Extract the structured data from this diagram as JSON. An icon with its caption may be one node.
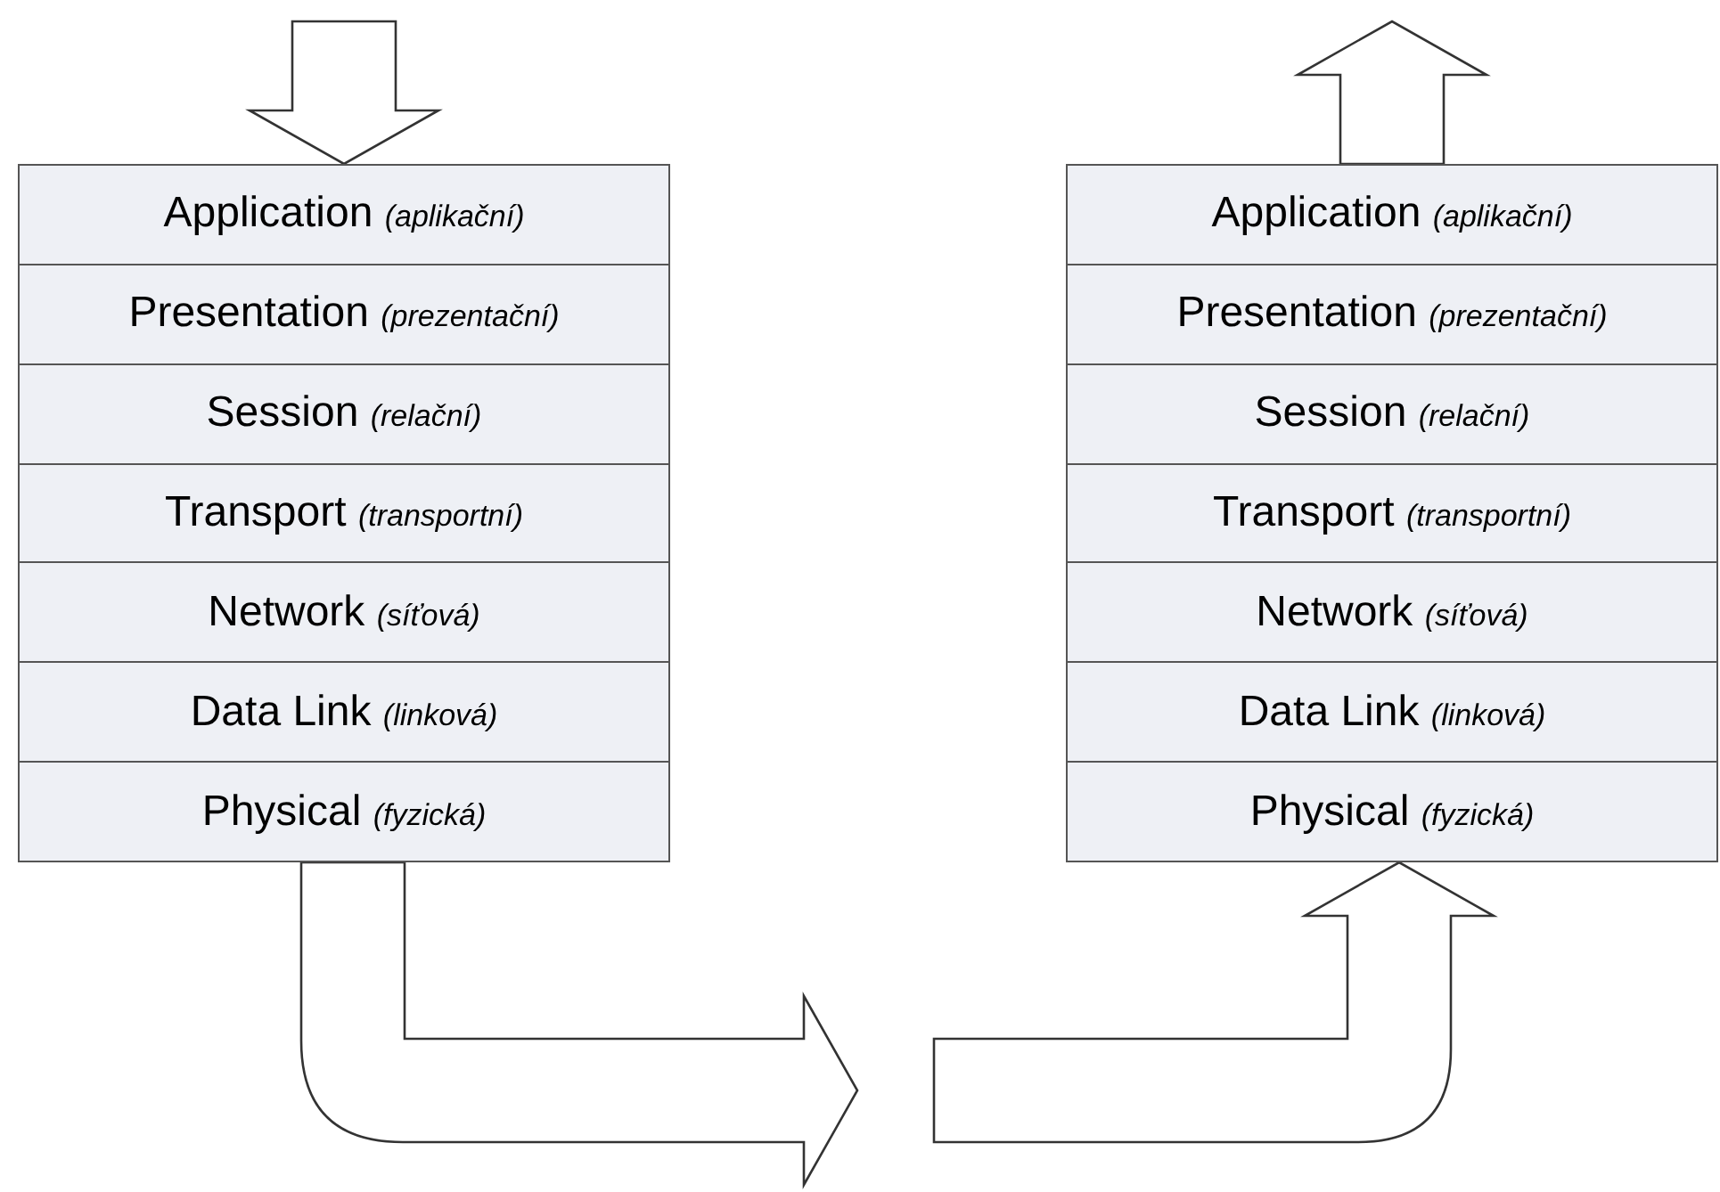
{
  "diagram": {
    "nodes": [
      {
        "text": [
          "Application *(aplikační)*"
        ]
      },
      {
        "text": [
          "Presentation *(prezentační)*"
        ]
      },
      {
        "text": [
          "Session *(relační)*"
        ]
      },
      {
        "text": [
          "Transport *(transportní)*"
        ]
      },
      {
        "text": [
          "Network *(síťová)*"
        ]
      },
      {
        "text": [
          "Data Link *(linková)*"
        ]
      },
      {
        "text": [
          "Physical *(fyzická)*"
        ]
      },
      {
        "text": [
          "Application *(aplikační)*"
        ]
      },
      {
        "text": [
          "Presentation *(prezentační)*"
        ]
      },
      {
        "text": [
          "Session *(relační)*"
        ]
      },
      {
        "text": [
          "Transport *(transportní)*"
        ]
      },
      {
        "text": [
          "Network *(síťová)*"
        ]
      },
      {
        "text": [
          "Data Link *(linková)*"
        ]
      },
      {
        "text": [
          "Physical *(fyzická)*"
        ]
      }
    ],
    "edges": [
      {
        "from": null,
        "to": 0,
        "arrow": "to"
      },
      {
        "from": 6,
        "to": null,
        "arrow": "to"
      },
      {
        "from": null,
        "to": 13,
        "arrow": "to"
      },
      {
        "from": 7,
        "to": null,
        "arrow": "to"
      }
    ]
  }
}
